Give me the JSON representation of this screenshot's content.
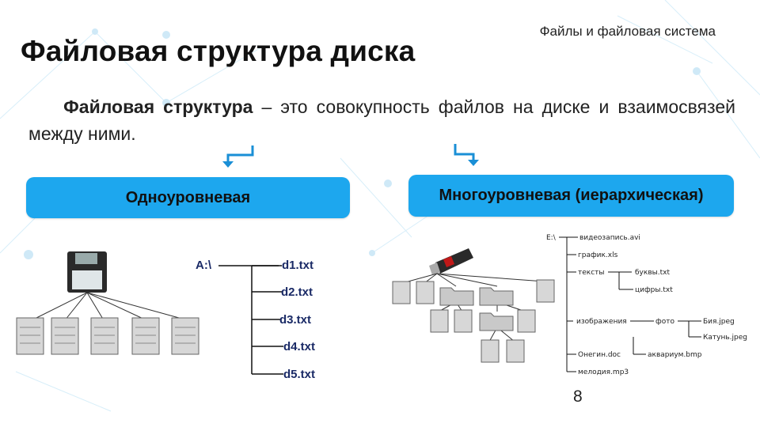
{
  "header_note": "Файлы и файловая система",
  "title": "Файловая структура диска",
  "definition": {
    "term": "Файловая структура",
    "rest": " – это совокупность файлов на диске и взаимосвязей между ними."
  },
  "single_level": {
    "label": "Одноуровневая",
    "root": "A:\\",
    "files": [
      "d1.txt",
      "d2.txt",
      "d3.txt",
      "d4.txt",
      "d5.txt"
    ]
  },
  "multi_level": {
    "label": "Многоуровневая (иерархическая)",
    "tree": {
      "root": "E:\\",
      "video": "видеозапись.avi",
      "graph": "график.xls",
      "texts": "тексты",
      "letters": "буквы.txt",
      "digits": "цифры.txt",
      "images": "изображения",
      "photo": "фото",
      "biya": "Бия.jpeg",
      "katun": "Катунь.jpeg",
      "onegin": "Онегин.doc",
      "aquarium": "аквариум.bmp",
      "melody": "мелодия.mp3"
    }
  },
  "page_number": "8",
  "colors": {
    "accent": "#1da7ee",
    "arrow": "#1a8fd6"
  }
}
